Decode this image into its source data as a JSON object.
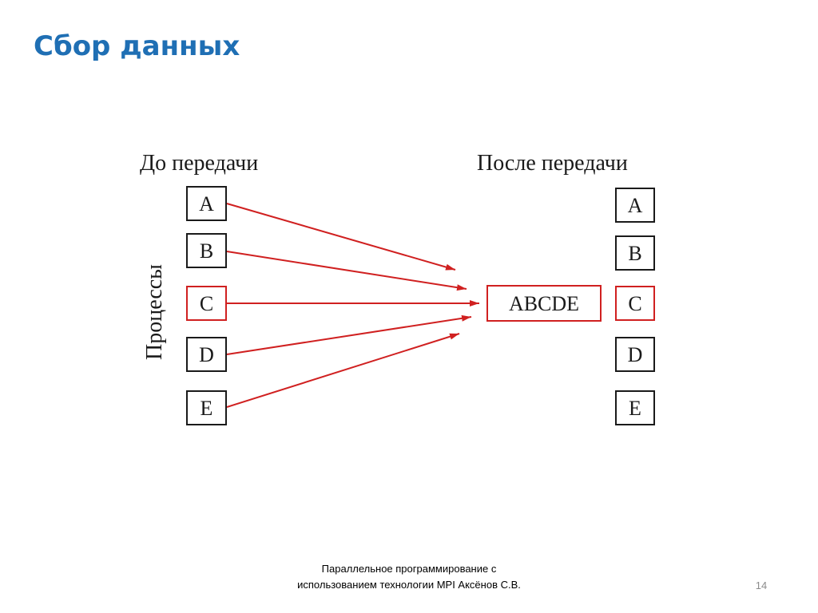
{
  "slide": {
    "title": "Сбор данных",
    "footer": "Параллельное программирование с использованием технологии MPI Аксёнов С.В.",
    "page_number": "14"
  },
  "diagram": {
    "before_label": "До передачи",
    "after_label": "После передачи",
    "axis_label": "Процессы",
    "root_process": "C",
    "processes_before": [
      "A",
      "B",
      "C",
      "D",
      "E"
    ],
    "gathered_result": "ABCDE",
    "processes_after": [
      "A",
      "B",
      "C",
      "D",
      "E"
    ],
    "colors": {
      "accent": "#d02020",
      "box_border": "#1a1a1a",
      "title": "#1f6fb4"
    }
  }
}
